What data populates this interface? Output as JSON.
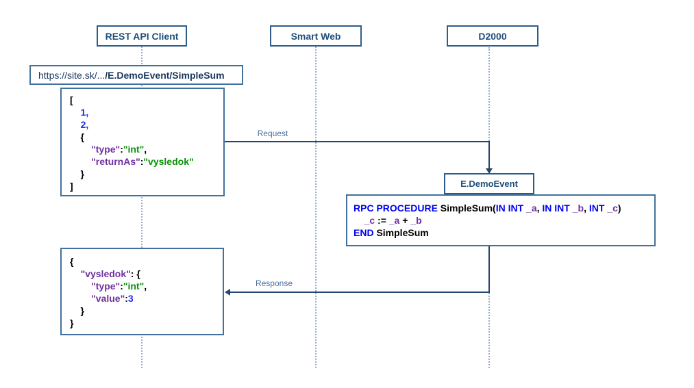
{
  "colors": {
    "arrow": "#24476f",
    "box_border": "#2e5c8a",
    "code_border": "#41719c",
    "heading_text": "#1f4e79",
    "url_text": "#17365d",
    "message_label": "#4a6e9c",
    "lifeline": "#93abce",
    "token_plain": "#000000",
    "token_number": "#1e2ee6",
    "token_key": "#7030a0",
    "token_string": "#0a8f08",
    "token_keyword": "#0000f0",
    "token_variable": "#7030a0"
  },
  "actors": [
    {
      "label": "REST API Client"
    },
    {
      "label": "Smart Web"
    },
    {
      "label": "D2000"
    }
  ],
  "url_box": {
    "prefix": "https://site.sk/...",
    "bold_path": "/E.DemoEvent/SimpleSum"
  },
  "event_box": {
    "label": "E.DemoEvent"
  },
  "messages": {
    "request": {
      "label": "Request"
    },
    "response": {
      "label": "Response"
    }
  },
  "code_blocks": {
    "request_json": [
      [
        [
          "[",
          "plain"
        ]
      ],
      [
        [
          "    ",
          "plain"
        ],
        [
          "1,",
          "num"
        ]
      ],
      [
        [
          "    ",
          "plain"
        ],
        [
          "2,",
          "num"
        ]
      ],
      [
        [
          "    {",
          "plain"
        ]
      ],
      [
        [
          "        ",
          "plain"
        ],
        [
          "\"type\"",
          "key"
        ],
        [
          ":",
          "plain"
        ],
        [
          "\"int\"",
          "str"
        ],
        [
          ",",
          "plain"
        ]
      ],
      [
        [
          "        ",
          "plain"
        ],
        [
          "\"returnAs\"",
          "key"
        ],
        [
          ":",
          "plain"
        ],
        [
          "\"vysledok\"",
          "str"
        ]
      ],
      [
        [
          "    }",
          "plain"
        ]
      ],
      [
        [
          "]",
          "plain"
        ]
      ]
    ],
    "rpc_code": [
      [
        [
          "RPC PROCEDURE ",
          "kw"
        ],
        [
          "SimpleSum(",
          "plain"
        ],
        [
          "IN INT ",
          "kw"
        ],
        [
          "_a",
          "var"
        ],
        [
          ", ",
          "plain"
        ],
        [
          "IN INT ",
          "kw"
        ],
        [
          "_b",
          "var"
        ],
        [
          ", ",
          "plain"
        ],
        [
          "INT ",
          "kw"
        ],
        [
          "_c",
          "var"
        ],
        [
          ")",
          "plain"
        ]
      ],
      [
        [
          "    ",
          "plain"
        ],
        [
          "_c",
          "var"
        ],
        [
          " := ",
          "plain"
        ],
        [
          "_a",
          "var"
        ],
        [
          " + ",
          "plain"
        ],
        [
          "_b",
          "var"
        ]
      ],
      [
        [
          "END ",
          "kw"
        ],
        [
          "SimpleSum",
          "plain"
        ]
      ]
    ],
    "response_json": [
      [
        [
          "{",
          "plain"
        ]
      ],
      [
        [
          "    ",
          "plain"
        ],
        [
          "\"vysledok\"",
          "key"
        ],
        [
          ": {",
          "plain"
        ]
      ],
      [
        [
          "        ",
          "plain"
        ],
        [
          "\"type\"",
          "key"
        ],
        [
          ":",
          "plain"
        ],
        [
          "\"int\"",
          "str"
        ],
        [
          ",",
          "plain"
        ]
      ],
      [
        [
          "        ",
          "plain"
        ],
        [
          "\"value\"",
          "key"
        ],
        [
          ":",
          "plain"
        ],
        [
          "3",
          "num"
        ]
      ],
      [
        [
          "    }",
          "plain"
        ]
      ],
      [
        [
          "}",
          "plain"
        ]
      ]
    ]
  }
}
